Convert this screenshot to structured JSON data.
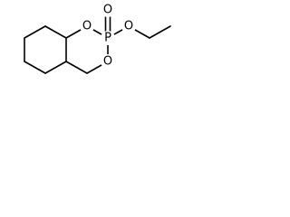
{
  "molecule": {
    "atoms": {
      "o_top": "O",
      "phosphorus": "P",
      "o_ring_upper": "O",
      "o_ring_lower": "O",
      "o_ethoxy": "O"
    },
    "colors": {
      "bond": "#000000",
      "label": "#000000",
      "background": "#ffffff"
    }
  }
}
